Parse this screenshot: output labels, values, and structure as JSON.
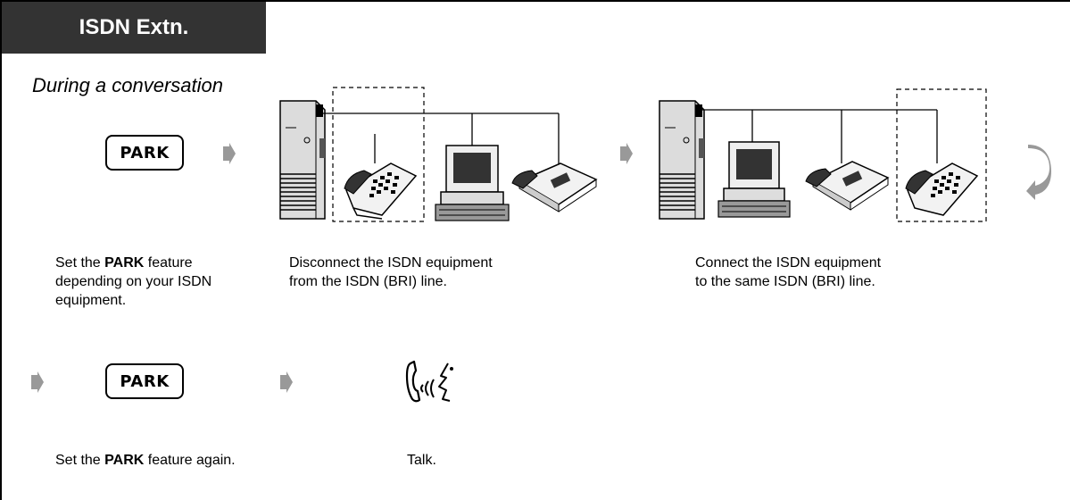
{
  "header": {
    "title": "ISDN Extn."
  },
  "condition": "During a conversation",
  "steps": {
    "step1": {
      "button_label": "PARK",
      "caption_pre": "Set the ",
      "caption_bold": "PARK",
      "caption_post": " feature depending on your ISDN equipment."
    },
    "step2": {
      "caption_line1": "Disconnect the ISDN equipment",
      "caption_line2": "from the ISDN (BRI) line."
    },
    "step3": {
      "caption_line1": "Connect the ISDN equipment",
      "caption_line2": "to the same ISDN (BRI) line."
    },
    "step4": {
      "button_label": "PARK",
      "caption_pre": "Set the ",
      "caption_bold": "PARK",
      "caption_post": " feature again."
    },
    "step5": {
      "caption": "Talk."
    }
  },
  "colors": {
    "header_bg": "#333333",
    "arrow": "#999999"
  },
  "icons": [
    "arrow-right-icon",
    "pbx-cabinet-icon",
    "telephone-icon",
    "computer-icon",
    "fax-icon",
    "talk-icon",
    "loop-arrow-icon"
  ]
}
